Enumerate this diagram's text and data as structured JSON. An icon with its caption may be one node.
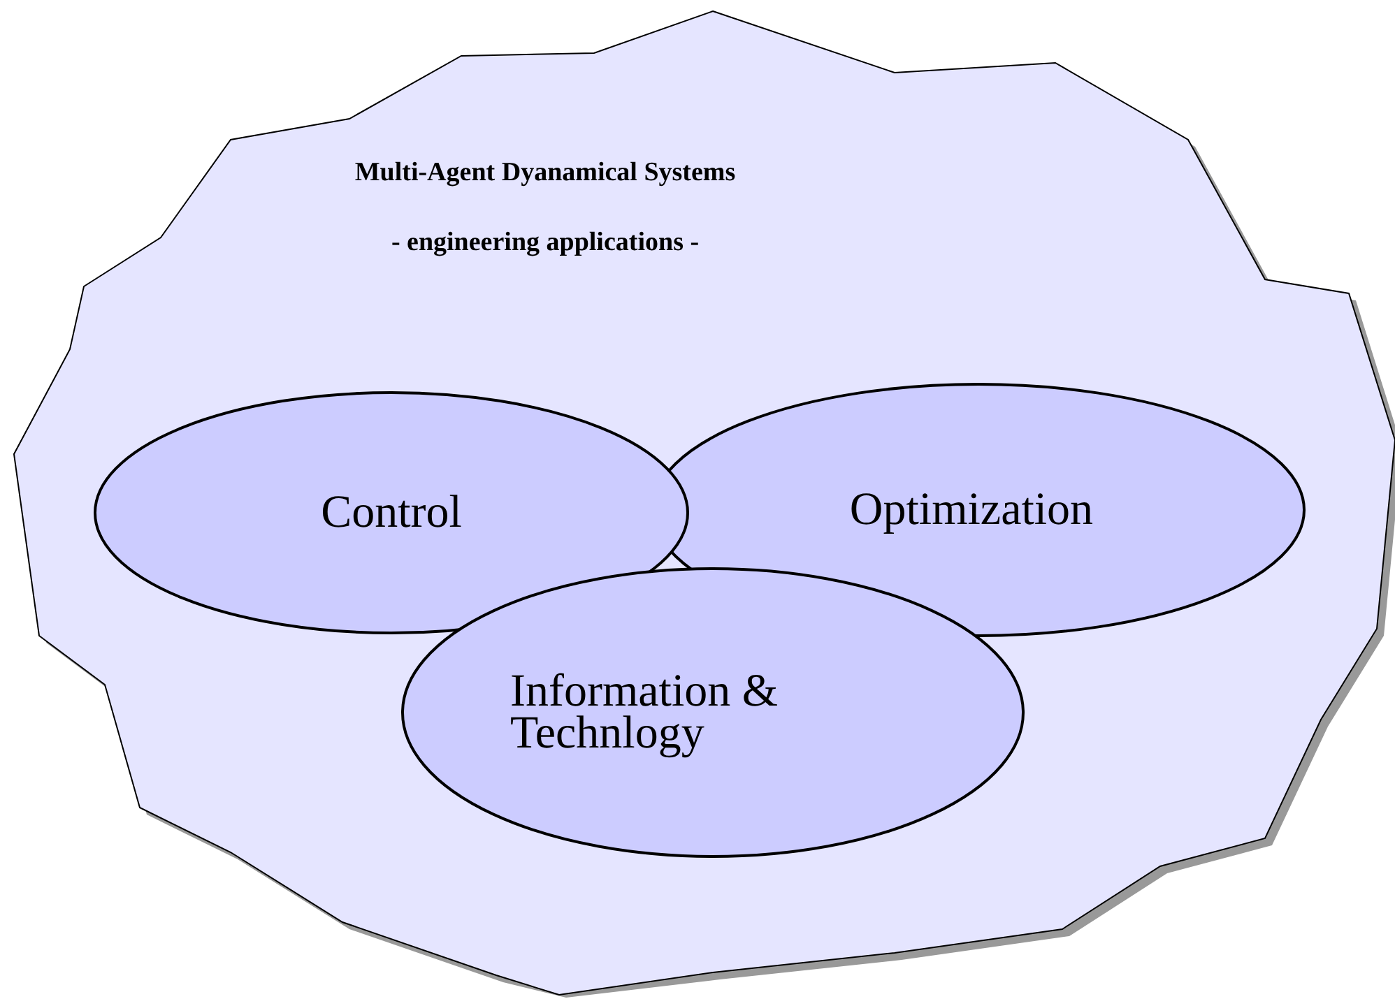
{
  "diagram": {
    "nodes": [
      {
        "text": [
          "Multi-Agent Dyanamical Systems",
          "- engineering applications -"
        ]
      },
      {
        "text": [
          "Control"
        ],
        "in": 0
      },
      {
        "text": [
          "Optimization"
        ],
        "in": 0
      },
      {
        "text": [
          "Information & Technlogy"
        ],
        "in": 0
      }
    ]
  }
}
